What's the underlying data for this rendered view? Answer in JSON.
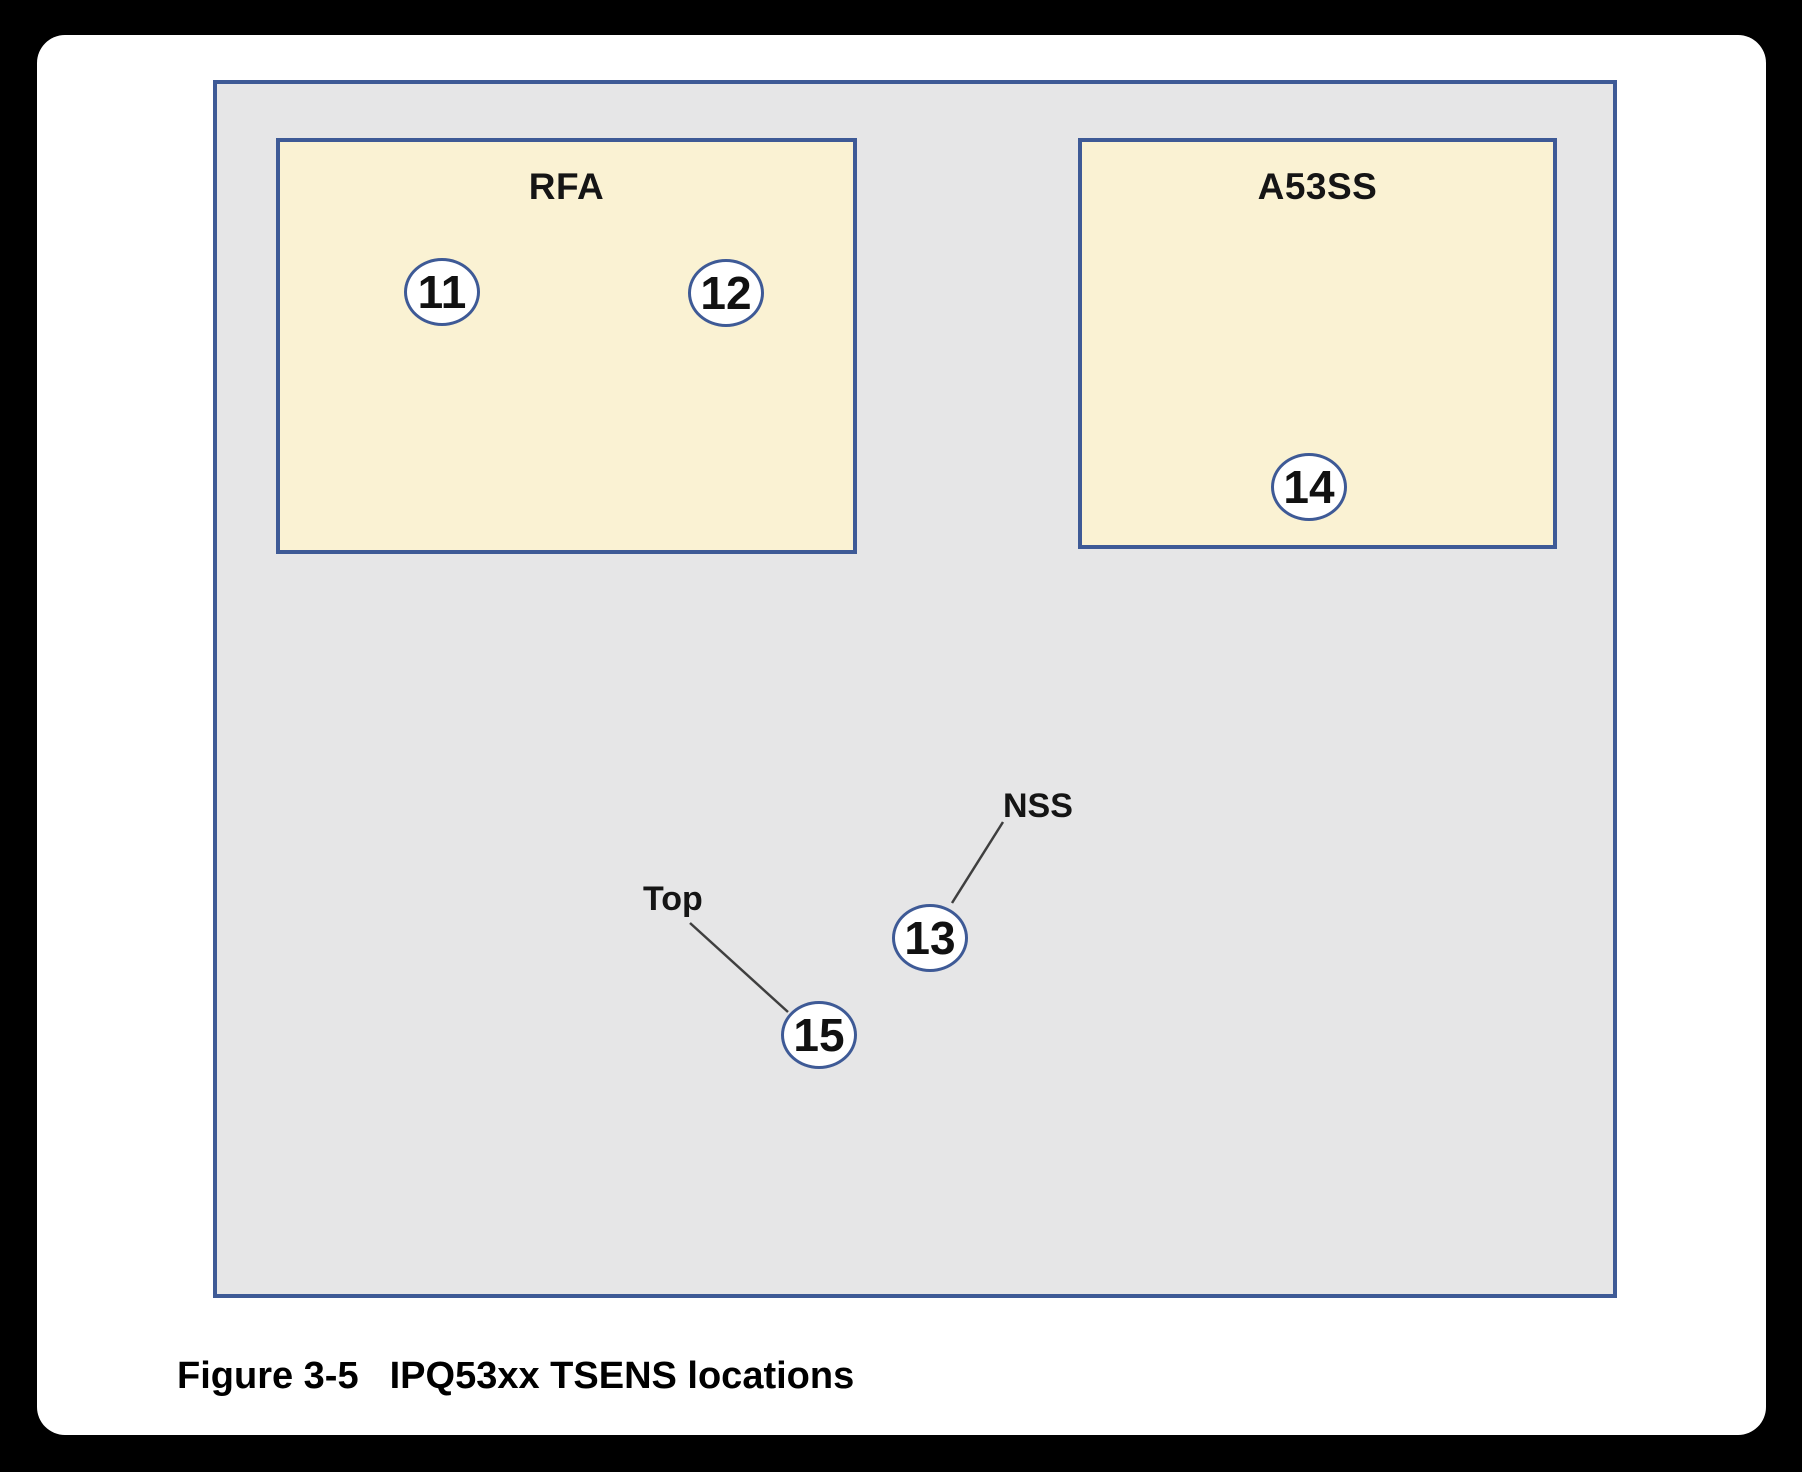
{
  "figure_caption": {
    "label": "Figure 3-5",
    "title": "IPQ53xx TSENS locations"
  },
  "diagram": {
    "blocks": [
      {
        "name": "RFA",
        "sensors": [
          "11",
          "12"
        ]
      },
      {
        "name": "A53SS",
        "sensors": [
          "14"
        ]
      }
    ],
    "die_sensors": [
      {
        "label": "NSS",
        "number": "13"
      },
      {
        "label": "Top",
        "number": "15"
      }
    ],
    "colors": {
      "block_fill": "#FAF2D3",
      "outline_blue": "#3E5A96",
      "die_fill": "#E6E6E7",
      "leader_line": "#3F3F3F",
      "page_bg": "#FFFFFF",
      "surround_bg": "#000000"
    }
  }
}
